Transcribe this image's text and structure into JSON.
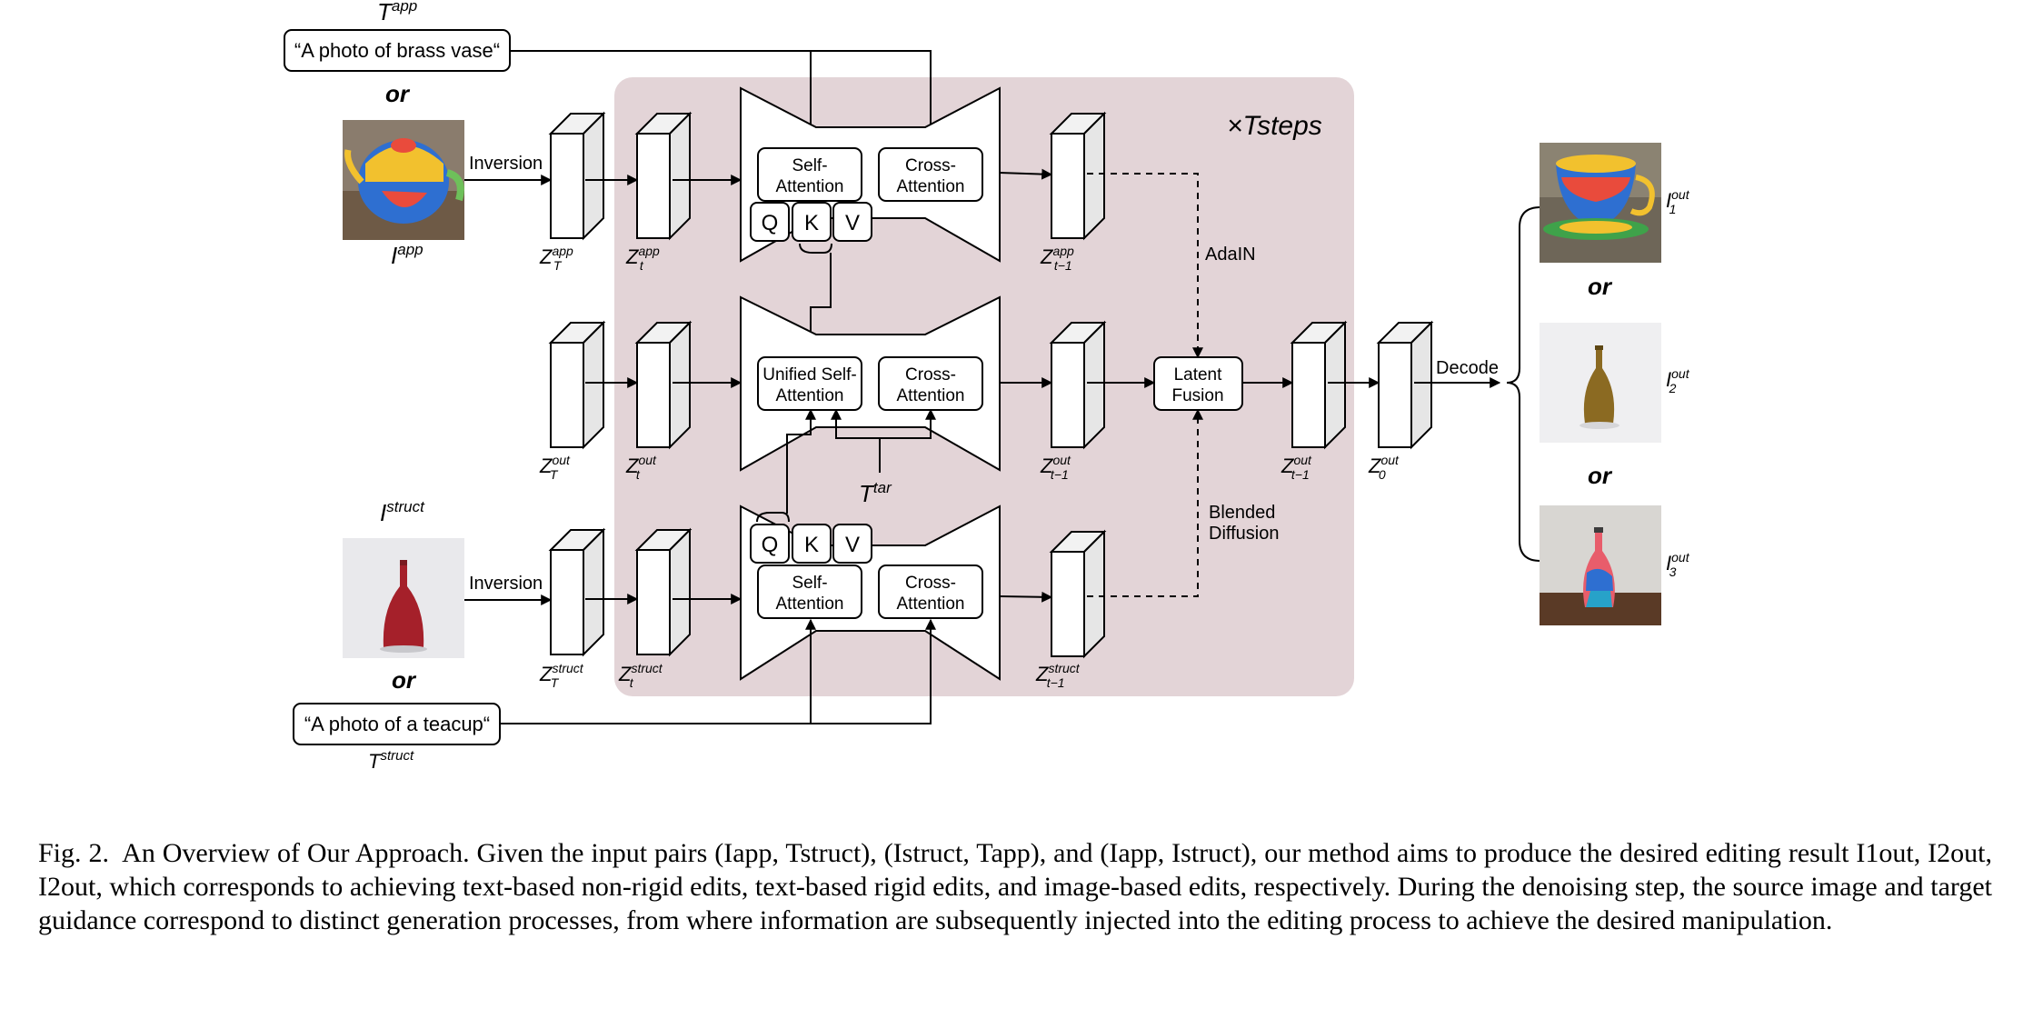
{
  "text_prompts": {
    "app": "“A photo of brass vase“",
    "struct": "“A photo of a teacup“"
  },
  "symbols": {
    "t_app": "T",
    "t_app_sup": "app",
    "t_struct": "T",
    "t_struct_sup": "struct",
    "t_tar": "T",
    "t_tar_sup": "tar",
    "i_app": "I",
    "i_app_sup": "app",
    "i_struct": "I",
    "i_struct_sup": "struct",
    "or": "or",
    "timesteps": "×Tsteps"
  },
  "labels": {
    "inversion": "Inversion",
    "adain": "AdaIN",
    "blended_1": "Blended",
    "blended_2": "Diffusion",
    "decode": "Decode"
  },
  "blocks": {
    "self_attention_1": "Self-",
    "self_attention_2": "Attention",
    "cross_attention_1": "Cross-",
    "cross_attention_2": "Attention",
    "unified_1": "Unified Self-",
    "unified_2": "Attention",
    "latent_fusion_1": "Latent",
    "latent_fusion_2": "Fusion",
    "q": "Q",
    "k": "K",
    "v": "V"
  },
  "latents": {
    "z": "Z",
    "T": "T",
    "t": "t",
    "t_minus_1": "t−1",
    "zero": "0",
    "app": "app",
    "out": "out",
    "struct": "struct"
  },
  "outputs": {
    "i": "I",
    "out": "out",
    "n1": "1",
    "n2": "2",
    "n3": "3"
  },
  "caption": {
    "label": "Fig. 2.",
    "title": "An Overview of Our Approach.",
    "body": "Given the input pairs (Iapp, Tstruct), (Istruct, Tapp), and (Iapp, Istruct), our method aims to produce the desired editing result I1out, I2out, I2out, which corresponds to achieving text-based non-rigid edits, text-based rigid edits, and image-based edits, respectively. During the denoising step, the source image and target guidance correspond to distinct generation processes, from where information are subsequently injected into the editing process to achieve the desired manipulation."
  },
  "colors": {
    "panel": "#e3d4d7",
    "block_face": "#e6e6e6",
    "stroke": "#000000"
  }
}
